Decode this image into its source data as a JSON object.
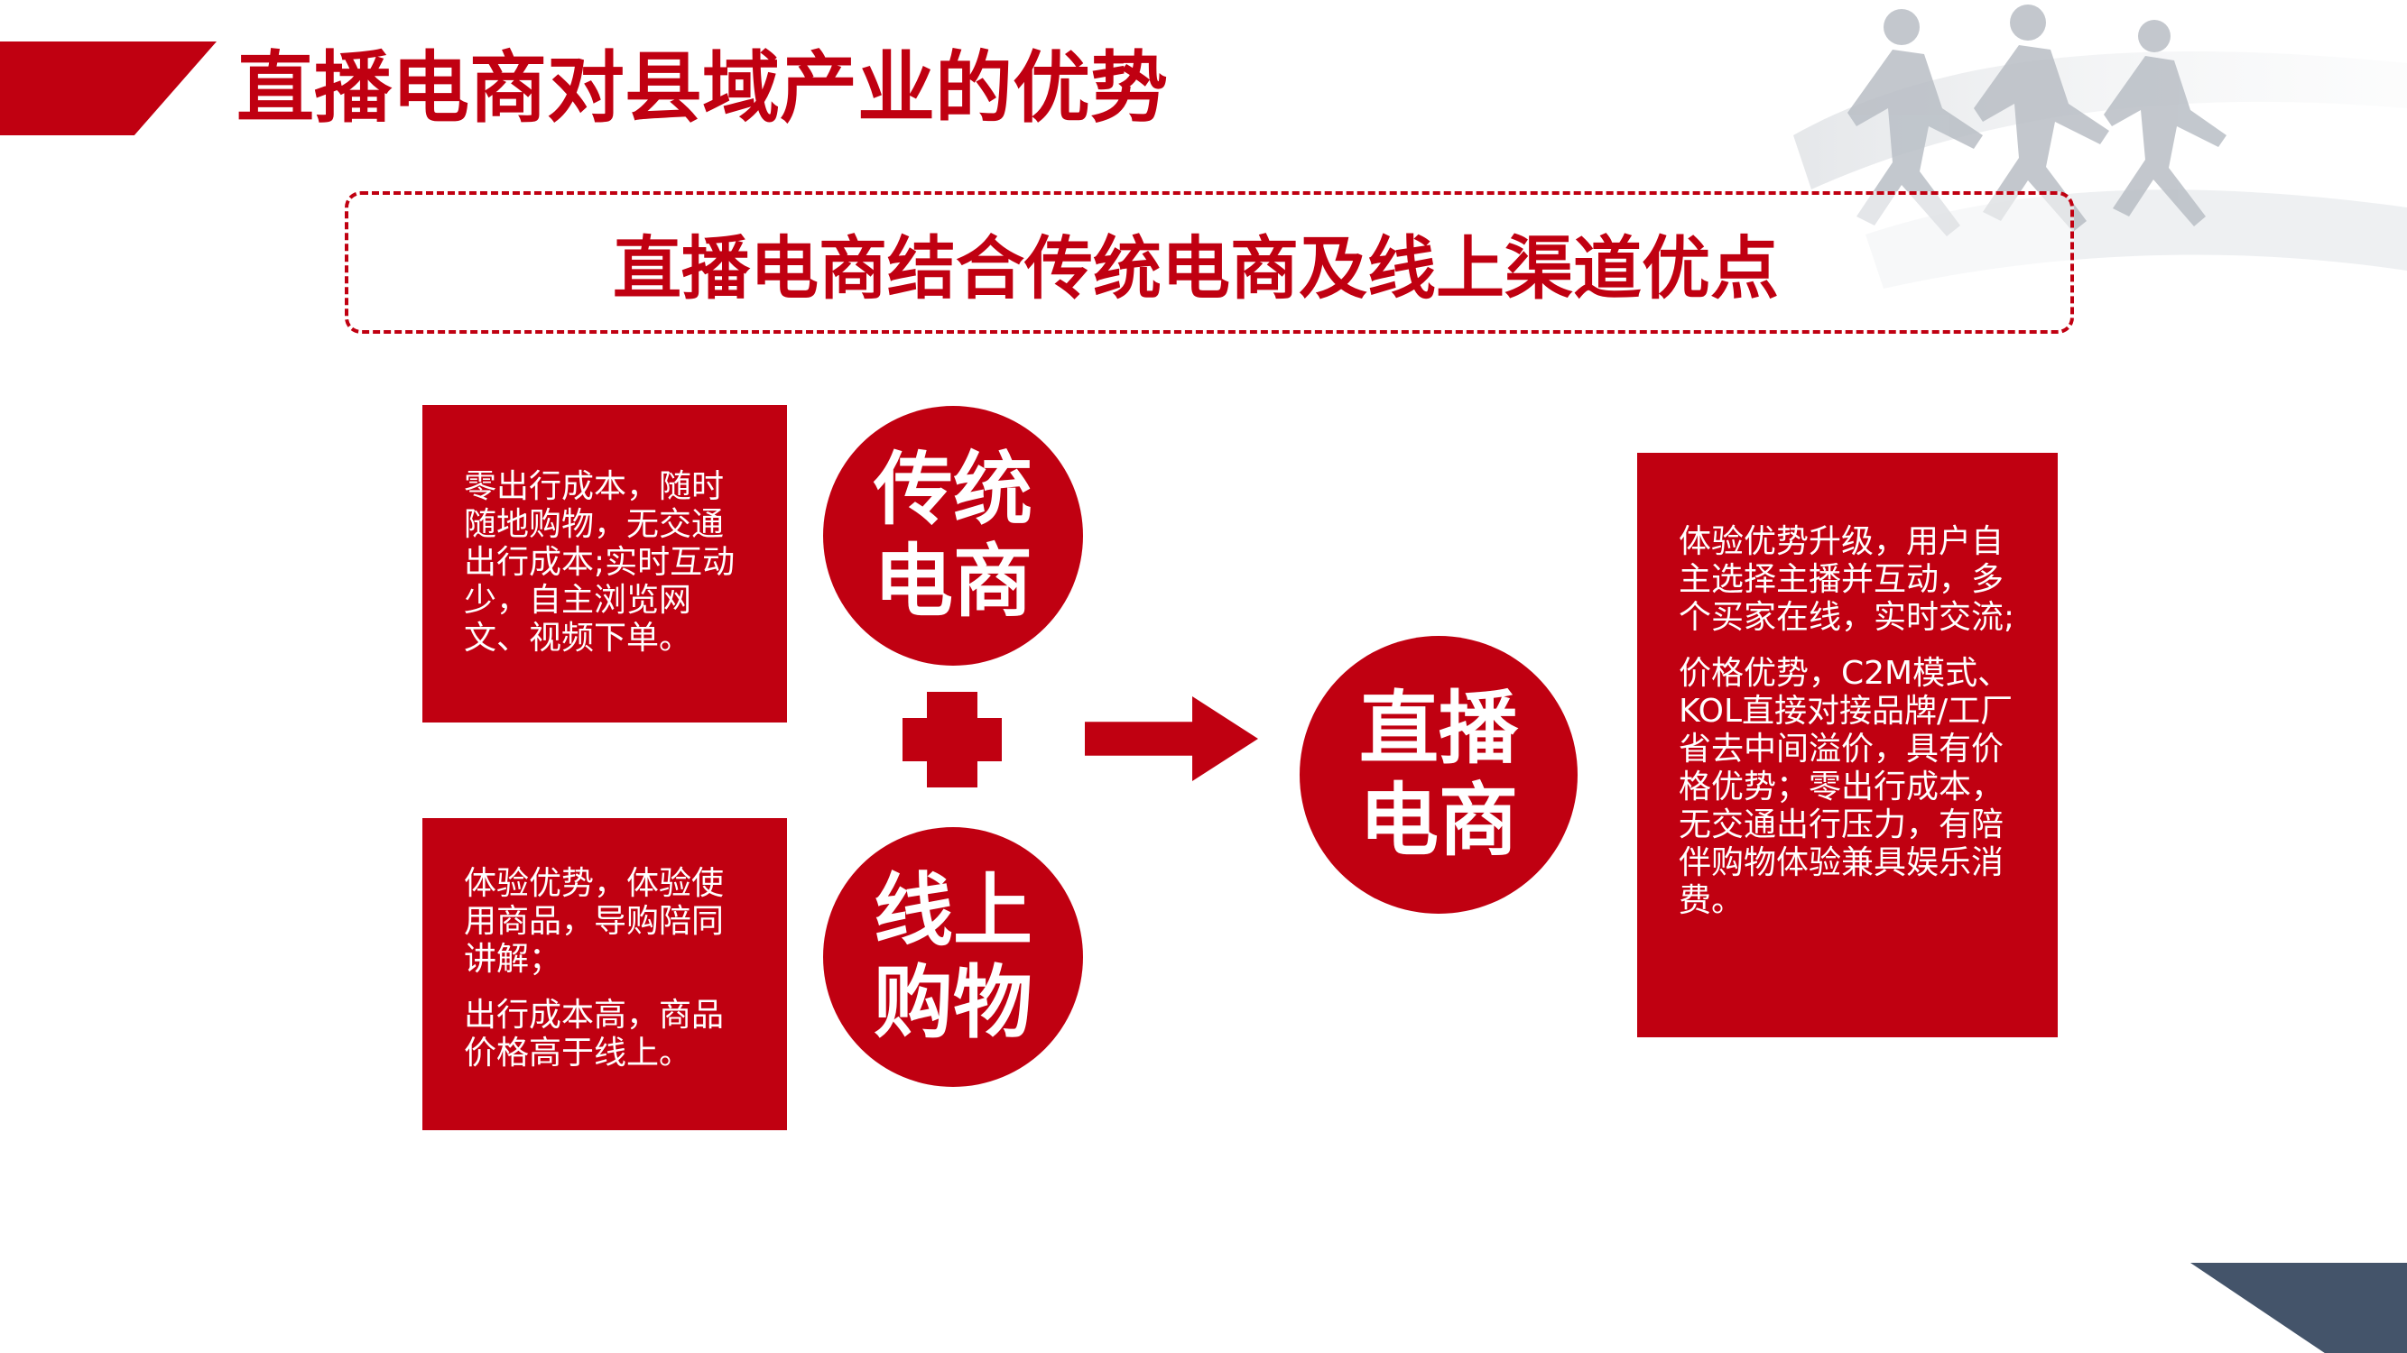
{
  "slide": {
    "title": "直播电商对县域产业的优势",
    "subtitle": "直播电商结合传统电商及线上渠道优点"
  },
  "cards": {
    "traditional": {
      "paragraphs": [
        "零出行成本，随时随地购物，无交通出行成本;实时互动少，自主浏览网文、视频下单。"
      ]
    },
    "offline": {
      "paragraphs": [
        "体验优势，体验使用商品，导购陪同讲解；",
        "出行成本高，商品价格高于线上。"
      ]
    },
    "live": {
      "paragraphs": [
        "体验优势升级，用户自主选择主播并互动，多个买家在线，实时交流;",
        "价格优势，C2M模式、KOL直接对接品牌/工厂省去中间溢价，具有价格优势；零出行成本，无交通出行压力，有陪伴购物体验兼具娱乐消费。"
      ]
    }
  },
  "circles": {
    "traditional": "传统电商",
    "online": "线上购物",
    "live": "直播电商"
  },
  "colors": {
    "accent": "#c00011",
    "corner": "#44546a"
  },
  "icons": {
    "plus": "plus-icon",
    "arrow": "arrow-right-icon",
    "decoration": "running-people-graphic"
  }
}
